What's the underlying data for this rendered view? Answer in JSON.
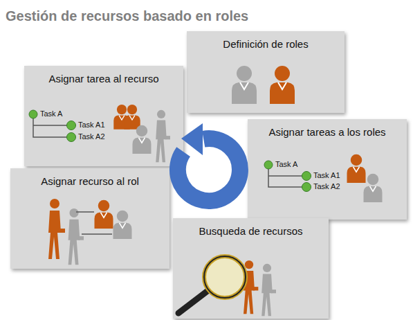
{
  "diagram": {
    "title": "Gestión de recursos basado en roles",
    "nodes": [
      {
        "text": [
          "Definición de roles"
        ]
      },
      {
        "text": [
          "Asignar tarea al recurso"
        ]
      },
      {
        "text": [
          "Asignar tareas a los roles"
        ]
      },
      {
        "text": [
          "Asignar recurso al rol"
        ]
      },
      {
        "text": [
          "Busqueda de recursos"
        ]
      }
    ],
    "labels": [
      "Task A",
      "Task A1",
      "Task A2",
      "Task A",
      "Task A1",
      "Task A2"
    ]
  }
}
